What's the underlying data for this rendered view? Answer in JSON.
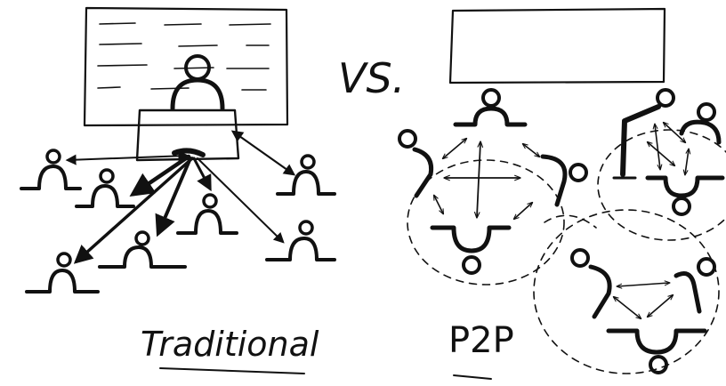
{
  "labels": {
    "versus": "VS.",
    "left_caption": "Traditional",
    "right_caption": "P2P"
  },
  "colors": {
    "ink": "#111111",
    "paper": "#ffffff"
  }
}
